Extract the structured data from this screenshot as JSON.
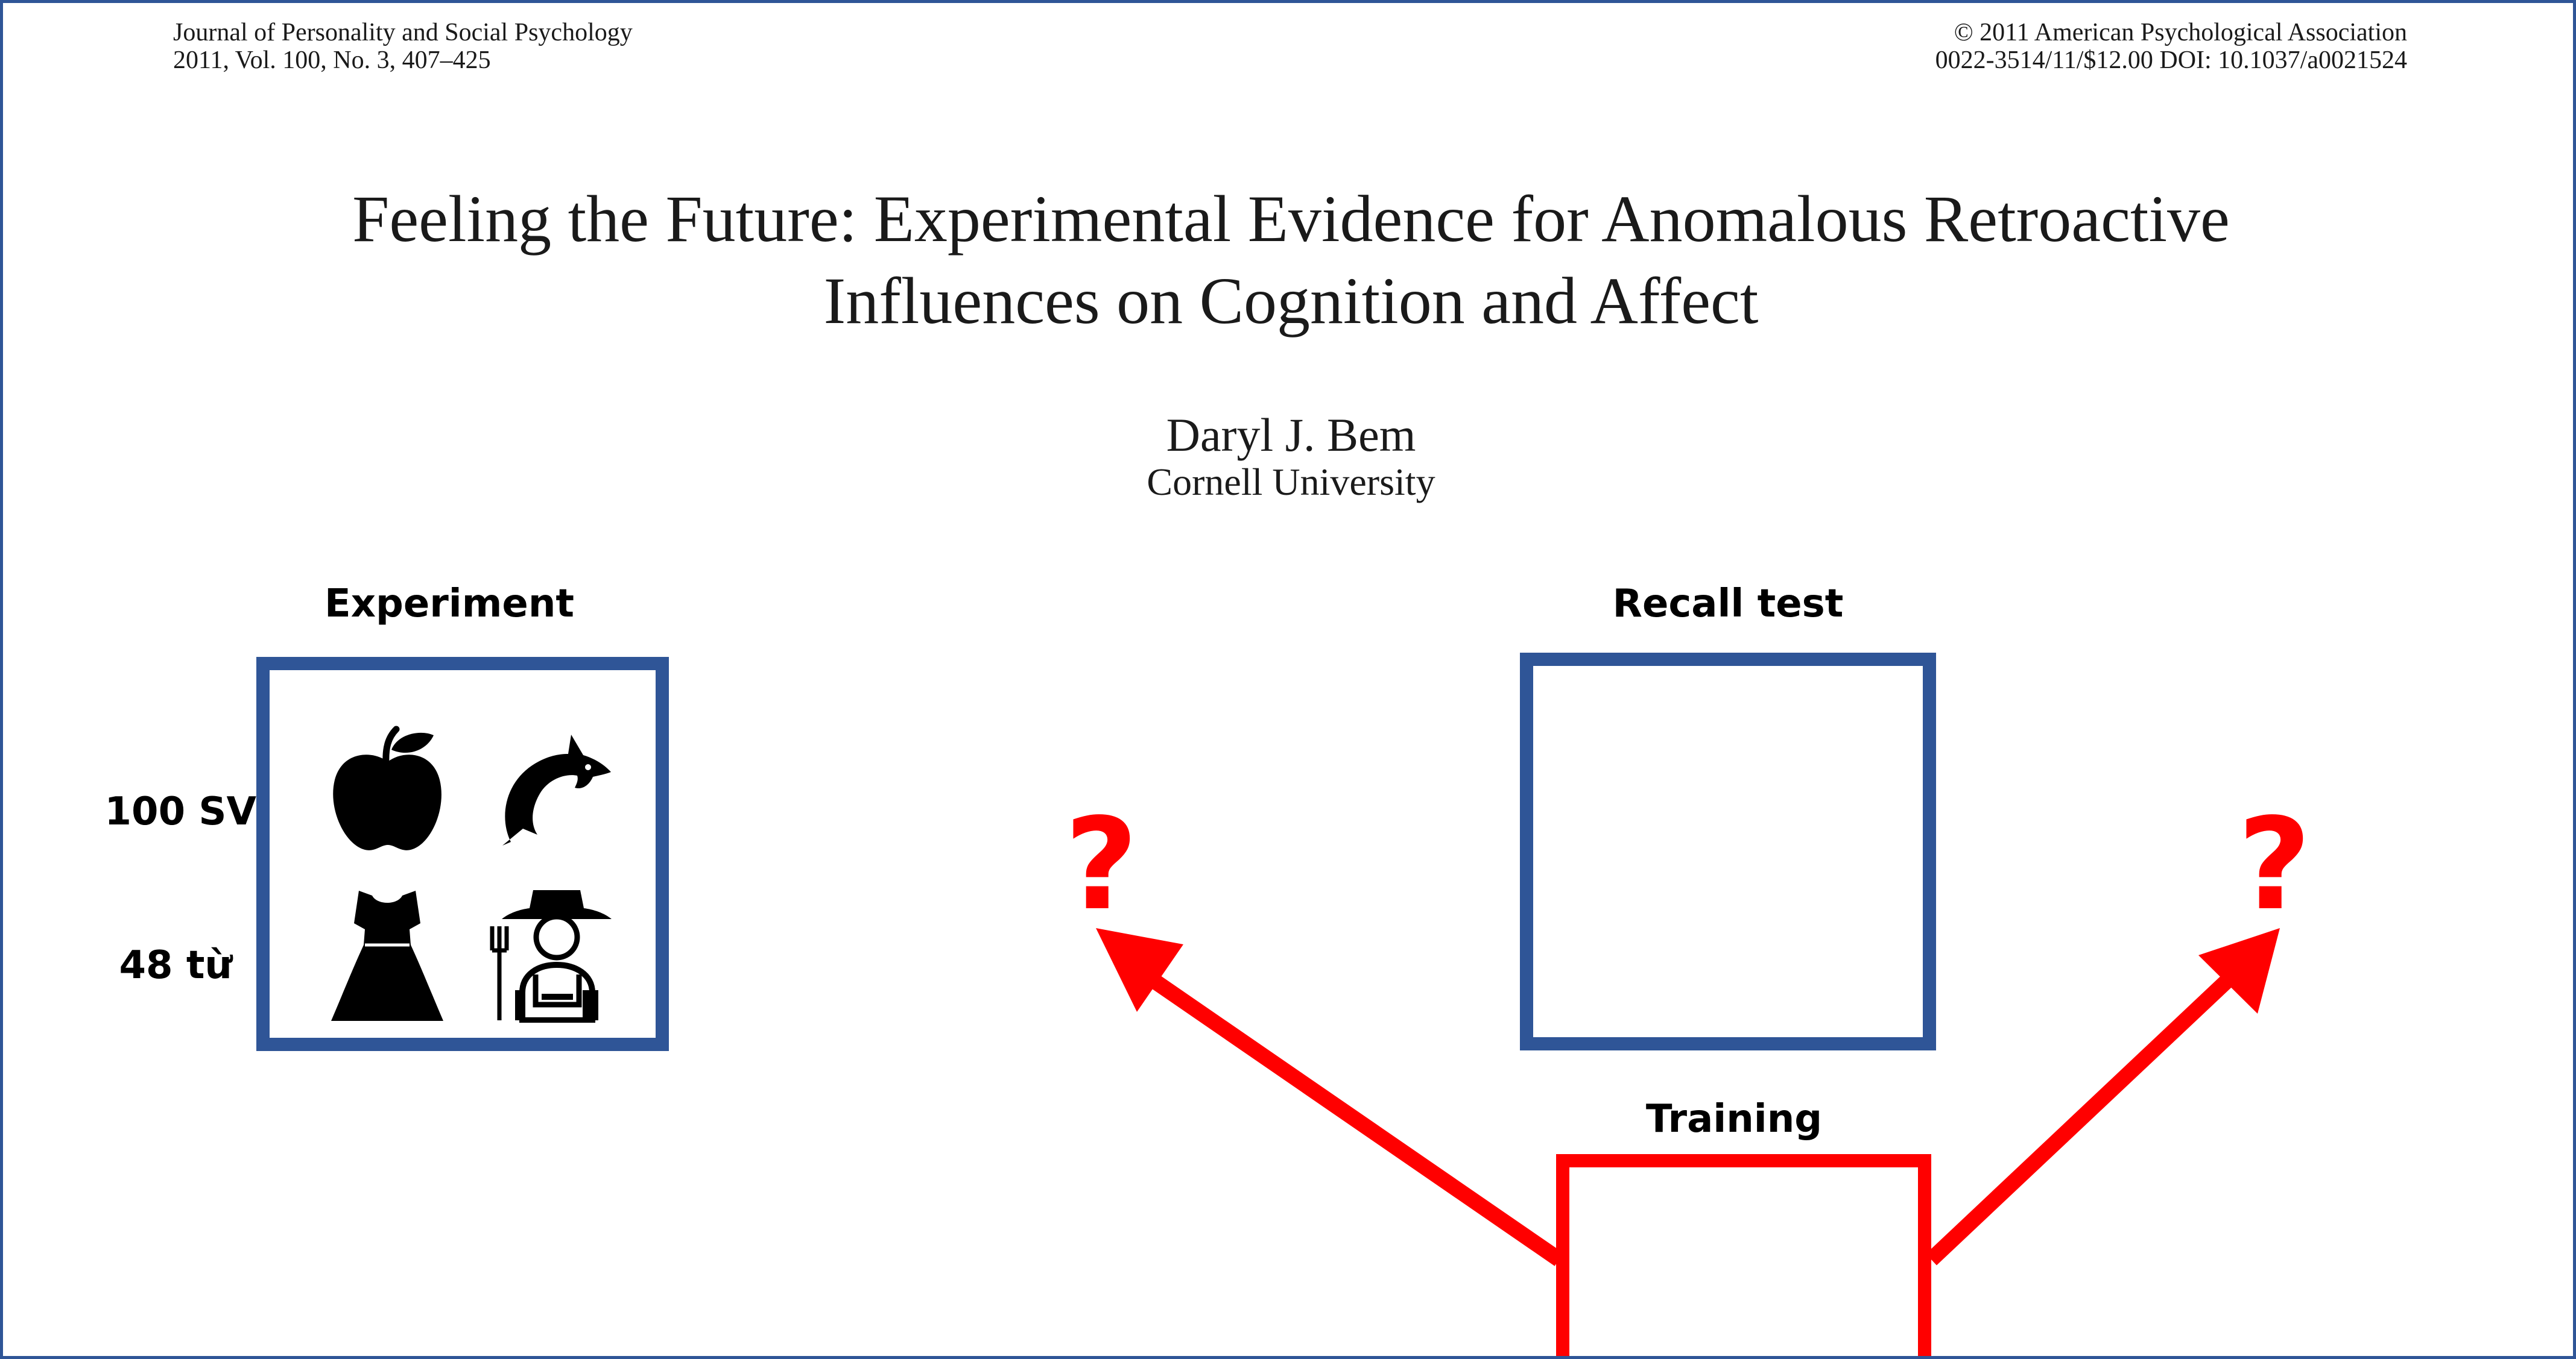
{
  "header": {
    "journal_line1": "Journal of Personality and Social Psychology",
    "journal_line2": "2011, Vol. 100, No. 3, 407–425",
    "copyright_line1": "© 2011 American Psychological Association",
    "copyright_line2": "0022-3514/11/$12.00    DOI: 10.1037/a0021524"
  },
  "paper": {
    "title_line1": "Feeling the Future: Experimental Evidence for Anomalous Retroactive",
    "title_line2": "Influences on Cognition and Affect",
    "author": "Daryl J. Bem",
    "affiliation": "Cornell University"
  },
  "diagram": {
    "experiment_label": "Experiment",
    "participants_label": "100 SV",
    "words_label": "48 từ",
    "recall_label": "Recall test",
    "training_label": "Training",
    "question_left": "?",
    "question_right": "?",
    "icons": [
      "apple-icon",
      "dolphin-icon",
      "dress-icon",
      "farmer-icon"
    ],
    "colors": {
      "box_border": "#2f5597",
      "arrow": "#ff0000",
      "slide_border": "#2f5597"
    }
  }
}
